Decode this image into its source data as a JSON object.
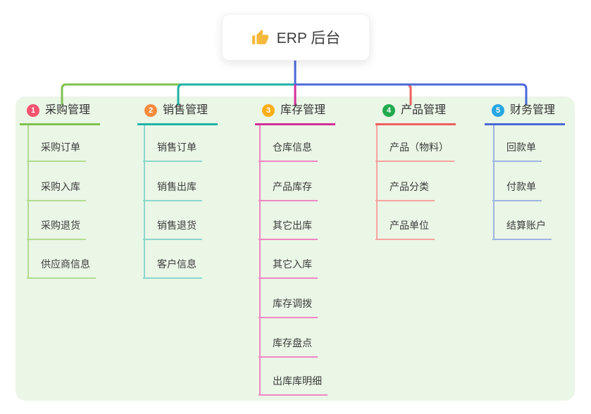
{
  "root_node": {
    "label": "ERP 后台",
    "icon": "thumbs-up-icon",
    "icon_color": "#f6b93b",
    "trunk_color": "#4b69d7"
  },
  "panel": {
    "background": "#eaf6e6"
  },
  "branches": [
    {
      "badge": "1",
      "label": "采购管理",
      "color": "#7fc24f",
      "light_color": "#b3dc8e",
      "badge_color": "#f4526e",
      "items": [
        "采购订单",
        "采购入库",
        "采购退货",
        "供应商信息"
      ]
    },
    {
      "badge": "2",
      "label": "销售管理",
      "color": "#1fb3a8",
      "light_color": "#8bd7cd",
      "badge_color": "#f98b3d",
      "items": [
        "销售订单",
        "销售出库",
        "销售退货",
        "客户信息"
      ]
    },
    {
      "badge": "3",
      "label": "库存管理",
      "color": "#d12f9c",
      "light_color": "#ef87c5",
      "badge_color": "#fcae17",
      "items": [
        "仓库信息",
        "产品库存",
        "其它出库",
        "其它入库",
        "库存调拨",
        "库存盘点",
        "出库库明细"
      ]
    },
    {
      "badge": "4",
      "label": "产品管理",
      "color": "#f05f5f",
      "light_color": "#f7a3a0",
      "badge_color": "#23aa4f",
      "items": [
        "产品（物料）",
        "产品分类",
        "产品单位"
      ]
    },
    {
      "badge": "5",
      "label": "财务管理",
      "color": "#4b69d7",
      "light_color": "#9fb3e0",
      "badge_color": "#29a6e3",
      "items": [
        "回款单",
        "付款单",
        "结算账户"
      ]
    }
  ]
}
